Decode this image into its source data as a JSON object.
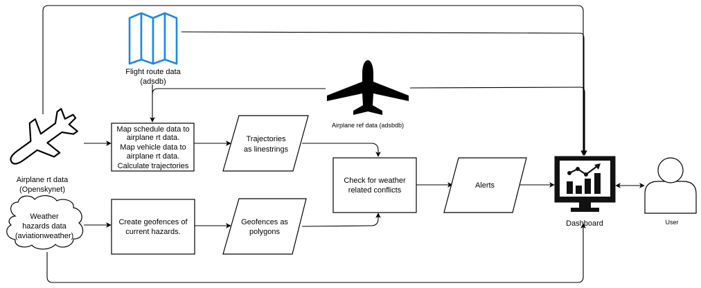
{
  "diagram": {
    "sources": {
      "flight_route": {
        "line1": "Flight route data",
        "line2": "(adsdb)",
        "icon": "map-icon"
      },
      "airplane_ref": {
        "line1": "Airplane ref data (adsbdb)",
        "icon": "airplane-icon"
      },
      "airplane_rt": {
        "line1": "Airplane rt data",
        "line2": "(Openskynet)",
        "icon": "airplane-icon"
      },
      "weather": {
        "line1": "Weather",
        "line2": "hazards data",
        "line3": "(aviationweather)",
        "shape": "cloud"
      }
    },
    "processes": {
      "map_schedule": {
        "line1": "Map schedule data to",
        "line2": "airplane rt data.",
        "line3": "Map vehicle data to",
        "line4": "airplane rt data.",
        "line5": "Calculate trajectories"
      },
      "geofences": {
        "line1": "Create geofences of",
        "line2": "current hazards."
      },
      "check": {
        "line1": "Check for weather",
        "line2": "related conflicts"
      }
    },
    "data_items": {
      "trajectories": {
        "line1": "Trajectories",
        "line2": "as linestrings"
      },
      "geofences_polygons": {
        "line1": "Geofences as",
        "line2": "polygons"
      },
      "alerts": {
        "line1": "Alerts"
      }
    },
    "outputs": {
      "dashboard": {
        "label": "Dashboard",
        "icon": "dashboard-icon"
      },
      "user": {
        "label": "User",
        "icon": "user-icon"
      }
    }
  }
}
